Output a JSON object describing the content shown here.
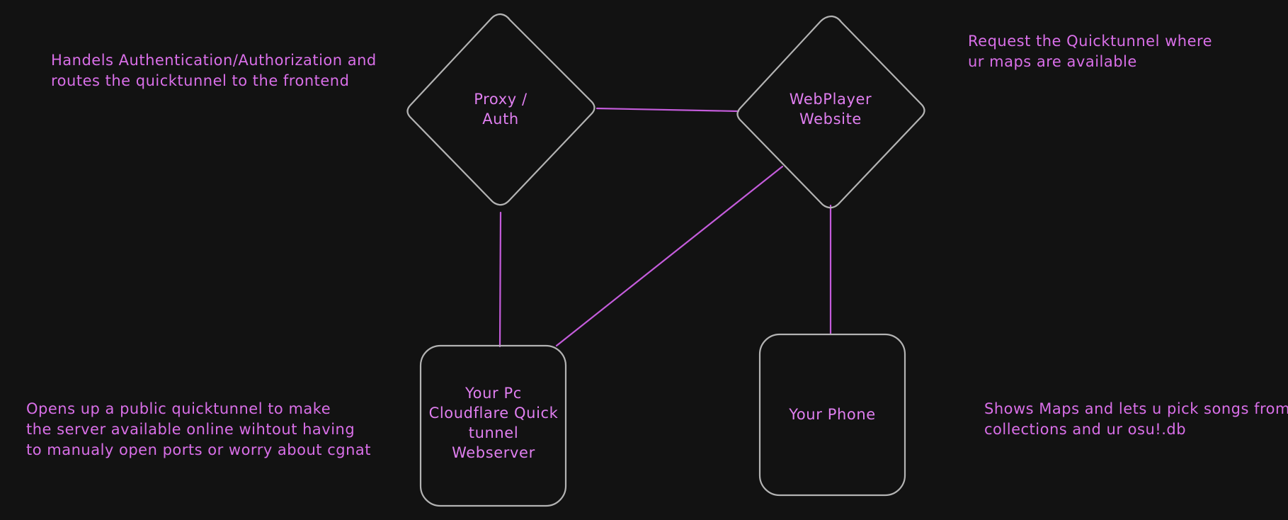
{
  "canvas": {
    "background_color": "#121212",
    "node_stroke_color": "#b3b3b3",
    "edge_color": "#c45cdb",
    "text_color": "#e07ff0"
  },
  "nodes": [
    {
      "id": "proxy-auth",
      "shape": "diamond",
      "label": "Proxy /\nAuth"
    },
    {
      "id": "webplayer-website",
      "shape": "diamond",
      "label": "WebPlayer\nWebsite"
    },
    {
      "id": "your-pc",
      "shape": "rounded-rectangle",
      "label": "Your Pc\nCloudflare Quick\ntunnel\nWebserver"
    },
    {
      "id": "your-phone",
      "shape": "rounded-rectangle",
      "label": "Your Phone"
    }
  ],
  "notes": [
    {
      "id": "note-proxy-auth",
      "text": "Handels Authentication/Authorization and\nroutes the quicktunnel to the frontend"
    },
    {
      "id": "note-webplayer",
      "text": "Request the Quicktunnel where\nur maps are available"
    },
    {
      "id": "note-your-pc",
      "text": "Opens up a public quicktunnel to make\nthe server available online wihtout having\nto manualy open ports or worry about cgnat"
    },
    {
      "id": "note-your-phone",
      "text": "Shows Maps and lets u pick songs from\ncollections and ur osu!.db"
    }
  ],
  "edges": [
    {
      "id": "edge-proxy-to-webplayer",
      "from": "proxy-auth",
      "to": "webplayer-website"
    },
    {
      "id": "edge-proxy-to-pc",
      "from": "proxy-auth",
      "to": "your-pc"
    },
    {
      "id": "edge-webplayer-to-pc",
      "from": "webplayer-website",
      "to": "your-pc"
    },
    {
      "id": "edge-webplayer-to-phone",
      "from": "webplayer-website",
      "to": "your-phone"
    }
  ]
}
